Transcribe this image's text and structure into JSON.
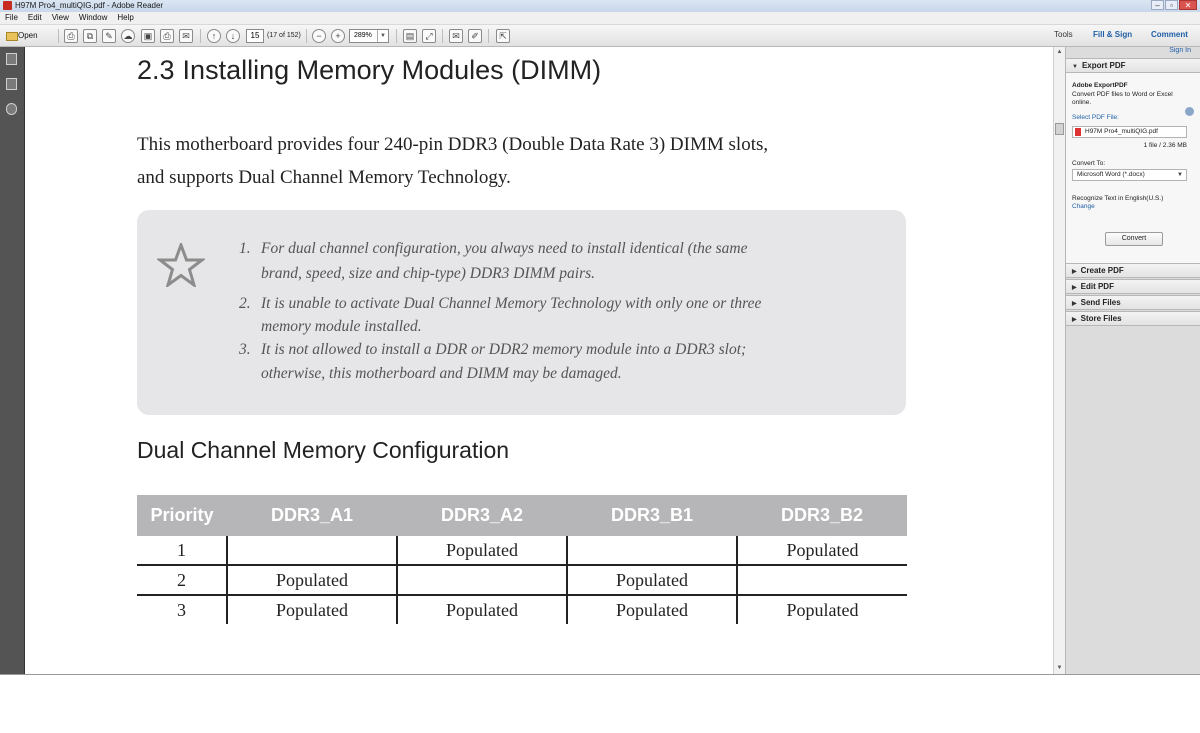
{
  "window": {
    "title": "H97M Pro4_multiQIG.pdf - Adobe Reader"
  },
  "menu": [
    "File",
    "Edit",
    "View",
    "Window",
    "Help"
  ],
  "toolbar": {
    "open_label": "Open",
    "page_value": "15",
    "page_count": "(17 of 152)",
    "zoom_value": "289%",
    "tools_label": "Tools",
    "fill_sign_label": "Fill & Sign",
    "comment_label": "Comment"
  },
  "document": {
    "section_number": "2.3",
    "section_title": "Installing Memory Modules (DIMM)",
    "intro_line1": "This motherboard provides four 240-pin DDR3 (Double Data Rate 3) DIMM slots,",
    "intro_line2": "and supports Dual Channel Memory Technology.",
    "notes": [
      {
        "num": "1.",
        "line1": "For dual channel configuration, you always need to install identical (the same",
        "line2": "brand, speed, size and chip-type) DDR3 DIMM pairs."
      },
      {
        "num": "2.",
        "line1": "It is unable to activate Dual Channel Memory Technology with only one or three",
        "line2": "memory module installed."
      },
      {
        "num": "3.",
        "line1": "It is not allowed to install a DDR or DDR2 memory module into a DDR3 slot;",
        "line2": "otherwise, this motherboard and DIMM may be damaged."
      }
    ],
    "table_title": "Dual Channel Memory Configuration",
    "table": {
      "headers": [
        "Priority",
        "DDR3_A1",
        "DDR3_A2",
        "DDR3_B1",
        "DDR3_B2"
      ],
      "rows": [
        [
          "1",
          "",
          "Populated",
          "",
          "Populated"
        ],
        [
          "2",
          "Populated",
          "",
          "Populated",
          ""
        ],
        [
          "3",
          "Populated",
          "Populated",
          "Populated",
          "Populated"
        ]
      ]
    }
  },
  "right_pane": {
    "sign_in": "Sign In",
    "export_pdf": {
      "header": "Export PDF",
      "service": "Adobe ExportPDF",
      "desc_line1": "Convert PDF files to Word or Excel",
      "desc_line2": "online.",
      "select_label": "Select PDF File:",
      "file_name": "H97M Pro4_multiQIG.pdf",
      "file_info": "1 file / 2.36 MB",
      "convert_to_label": "Convert To:",
      "convert_to_value": "Microsoft Word (*.docx)",
      "recognize_text": "Recognize Text in English(U.S.)",
      "change_link": "Change",
      "convert_button": "Convert"
    },
    "panels": [
      "Create PDF",
      "Edit PDF",
      "Send Files",
      "Store Files"
    ]
  },
  "colors": {
    "note_bg": "#e6e6e8",
    "table_header_bg": "#b6b6b8",
    "link_blue": "#1f5fa8"
  }
}
